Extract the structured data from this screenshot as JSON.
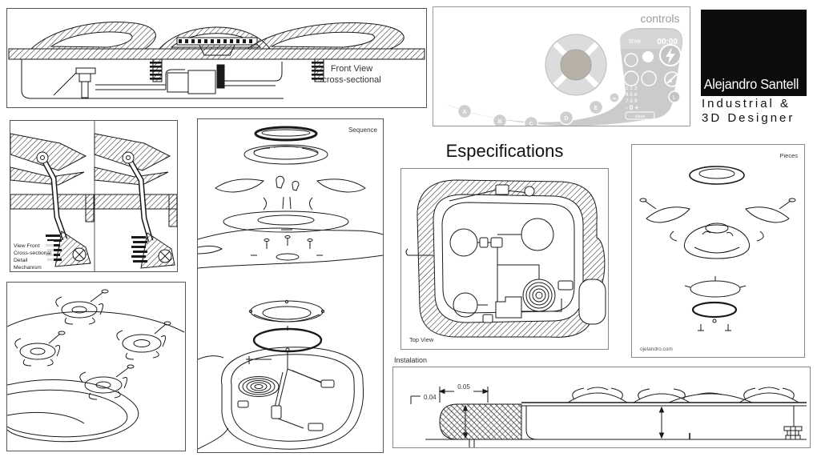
{
  "front_view": {
    "label1": "Front View",
    "label2": "cross-sectional"
  },
  "controls": {
    "title": "controls",
    "time_label": "time",
    "time_value": "00:00",
    "buttons": [
      "A",
      "B",
      "C",
      "D",
      "E"
    ],
    "on_label": "on",
    "keypad_rows": [
      "1 2 3",
      "4 5 6",
      "7 8 9",
      "- 0 +"
    ],
    "close_label": "close",
    "power_level_label": "L"
  },
  "logo": {
    "name": "Alejandro Santell",
    "subtitle_line1": "Industrial &",
    "subtitle_line2": "3D Designer"
  },
  "detail_view": {
    "labels": [
      "View Front",
      "Cross-sectional",
      "Detail",
      "Mechanism"
    ]
  },
  "sequence": {
    "title": "Sequence"
  },
  "especifications": {
    "title": "Especifications"
  },
  "top_view": {
    "label": "Top View"
  },
  "pieces": {
    "title": "Pieces",
    "website": "ojelandro.com"
  },
  "instalation": {
    "label": "Instalation",
    "dim_depth": "0.04",
    "dim_width": "0.05"
  },
  "colors": {
    "ink": "#1a1a1a",
    "panel_border": "#777777",
    "controls_gray": "#cbcbcb",
    "controls_light": "#d6d6d6",
    "knob_center": "#b7b1a8",
    "logo_bg": "#0c0c0c",
    "muted_label": "#9c9c9c"
  }
}
